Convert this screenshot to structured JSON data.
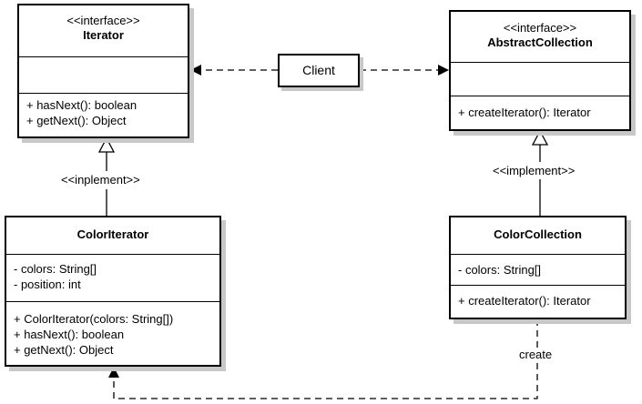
{
  "iterator": {
    "stereotype": "<<interface>>",
    "name": "Iterator",
    "attributes": [],
    "methods": [
      "+ hasNext(): boolean",
      "+ getNext(): Object"
    ]
  },
  "abstract_collection": {
    "stereotype": "<<interface>>",
    "name": "AbstractCollection",
    "attributes": [],
    "methods": [
      "+ createIterator(): Iterator"
    ]
  },
  "client": {
    "name": "Client"
  },
  "color_iterator": {
    "name": "ColorIterator",
    "attributes": [
      "- colors: String[]",
      "- position: int"
    ],
    "methods": [
      "+ ColorIterator(colors: String[])",
      "+ hasNext(): boolean",
      "+ getNext(): Object"
    ]
  },
  "color_collection": {
    "name": "ColorCollection",
    "attributes": [
      "- colors: String[]"
    ],
    "methods": [
      "+ createIterator(): Iterator"
    ]
  },
  "relations": {
    "implement_left": "<<inplement>>",
    "implement_right": "<<implement>>",
    "create": "create"
  }
}
